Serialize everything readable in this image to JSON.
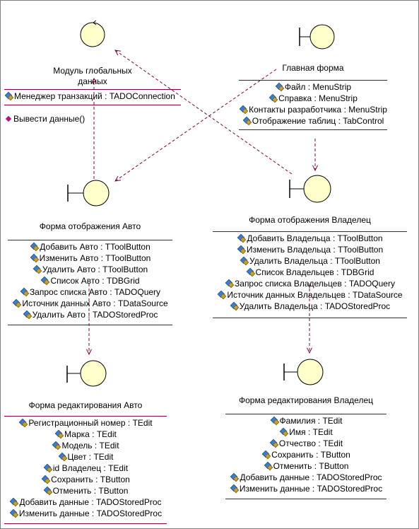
{
  "diagram": {
    "colors": {
      "stroke": "#000000",
      "fill": "#ffffcc",
      "separator": "#800040",
      "dependency": "#800040"
    },
    "classes": [
      {
        "id": "global",
        "stereotype": "entity",
        "name": [
          "Модуль глобальных",
          "данных"
        ],
        "attributes": [
          "Менеджер транзакций : TADOConnection"
        ],
        "operations": [
          "Вывести данные()"
        ]
      },
      {
        "id": "main",
        "stereotype": "boundary",
        "name": [
          "Главная форма"
        ],
        "attributes": [
          "Файл : MenuStrip",
          "Справка : MenuStrip",
          "Контакты разработчика : MenuStrip",
          "Отображение таблиц : TabControl"
        ],
        "operations": []
      },
      {
        "id": "autoView",
        "stereotype": "boundary",
        "name": [
          "Форма отображения Авто"
        ],
        "attributes": [
          "Добавить Авто : TToolButton",
          "Изменить Авто : TToolButton",
          "Удалить Авто : TToolButton",
          "Список Авто : TDBGrid",
          "Запрос списка Авто : TADOQuery",
          "Источник данных Авто : TDataSource",
          "Удалить Авто : TADOStoredProc"
        ],
        "operations": []
      },
      {
        "id": "ownerView",
        "stereotype": "boundary",
        "name": [
          "Форма отображения Владелец"
        ],
        "attributes": [
          "Добавить Владельца : TToolButton",
          "Изменить Владельца : TToolButton",
          "Удалить Владельца : TToolButton",
          "Список Владельцев : TDBGrid",
          "Запрос списка Владельцев : TADOQuery",
          "Источник данных Владельцев : TDataSource",
          "Удалить Владельца : TADOStoredProc"
        ],
        "operations": []
      },
      {
        "id": "autoEdit",
        "stereotype": "boundary",
        "name": [
          "Форма редактирования Авто"
        ],
        "attributes": [
          "Регистрационный номер : TEdit",
          "Марка : TEdit",
          "Модель : TEdit",
          "Цвет : TEdit",
          "id Владелец : TEdit",
          "Сохранить : TButton",
          "Отменить : TButton",
          "Добавить данные : TADOStoredProc",
          "Изменить данные : TADOStoredProc"
        ],
        "operations": []
      },
      {
        "id": "ownerEdit",
        "stereotype": "boundary",
        "name": [
          "Форма редактирования Владелец"
        ],
        "attributes": [
          "Фамилия : TEdit",
          "Имя : TEdit",
          "Отчество : TEdit",
          "Сохранить : TButton",
          "Отменить : TButton",
          "Добавить данные : TADOStoredProc",
          "Изменить данные : TADOStoredProc"
        ],
        "operations": []
      }
    ],
    "dependencies": [
      {
        "from": "autoView",
        "to": "global"
      },
      {
        "from": "ownerView",
        "to": "global"
      },
      {
        "from": "main",
        "to": "autoView"
      },
      {
        "from": "main",
        "to": "ownerView"
      },
      {
        "from": "autoView",
        "to": "autoEdit"
      },
      {
        "from": "ownerView",
        "to": "ownerEdit"
      }
    ]
  }
}
